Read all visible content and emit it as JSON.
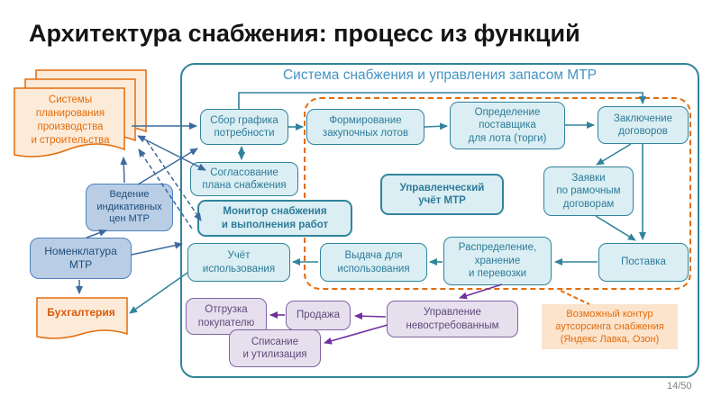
{
  "slide": {
    "title": "Архитектура снабжения: процесс из функций",
    "page": "14/50"
  },
  "container": {
    "title": "Система снабжения и управления запасом МТР"
  },
  "external": {
    "planning_systems": {
      "label": "Системы\nпланирования\nпроизводства\nи строительства"
    },
    "indicative_prices": {
      "label": "Ведение\nиндикативных\nцен МТР"
    },
    "nomenclature": {
      "label": "Номенклатура\nМТР"
    },
    "accounting": {
      "label": "Бухгалтерия"
    }
  },
  "nodes": {
    "collect_demand": {
      "label": "Сбор графика\nпотребности"
    },
    "plan_approval": {
      "label": "Согласование\nплана снабжения"
    },
    "lot_formation": {
      "label": "Формирование\nзакупочных лотов"
    },
    "supplier_selection": {
      "label": "Определение\nпоставщика\nдля лота (торги)"
    },
    "contracting": {
      "label": "Заключение\nдоговоров"
    },
    "framework_orders": {
      "label": "Заявки\nпо рамочным\nдоговорам"
    },
    "management_accounting": {
      "label": "Управленческий\nучёт МТР"
    },
    "supply_monitor": {
      "label": "Монитор снабжения\nи выполнения работ"
    },
    "usage_accounting": {
      "label": "Учёт\nиспользования"
    },
    "issue_for_use": {
      "label": "Выдача для\nиспользования"
    },
    "distribution": {
      "label": "Распределение,\nхранение\nи перевозки"
    },
    "delivery": {
      "label": "Поставка"
    },
    "shipment": {
      "label": "Отгрузка\nпокупателю"
    },
    "sale": {
      "label": "Продажа"
    },
    "unclaimed_mgmt": {
      "label": "Управление\nневостребованным"
    },
    "writeoff": {
      "label": "Списание\nи утилизация"
    }
  },
  "note": {
    "label": "Возможный контур\nаутсорсинга снабжения\n(Яндекс Лавка, Озон)"
  },
  "colors": {
    "teal": "#31849B",
    "teal-fill": "#DAEEF3",
    "teal-text": "#2E7B99",
    "blue-border": "#4F81BD",
    "blue-fill": "#B9CDE5",
    "navy": "#1F4E79",
    "orange": "#E36C0A",
    "orange-fill": "#FDEBD9",
    "note-fill": "#FBE3CC",
    "accounting-text": "#D85B0A",
    "purple-border": "#8064A2",
    "purple-fill": "#E6E0EE",
    "purple-text": "#5F497A",
    "purple-arrow": "#7030A0",
    "steel": "#3C6A9E",
    "page-gray": "#808080",
    "title-color": "#4393C3"
  }
}
